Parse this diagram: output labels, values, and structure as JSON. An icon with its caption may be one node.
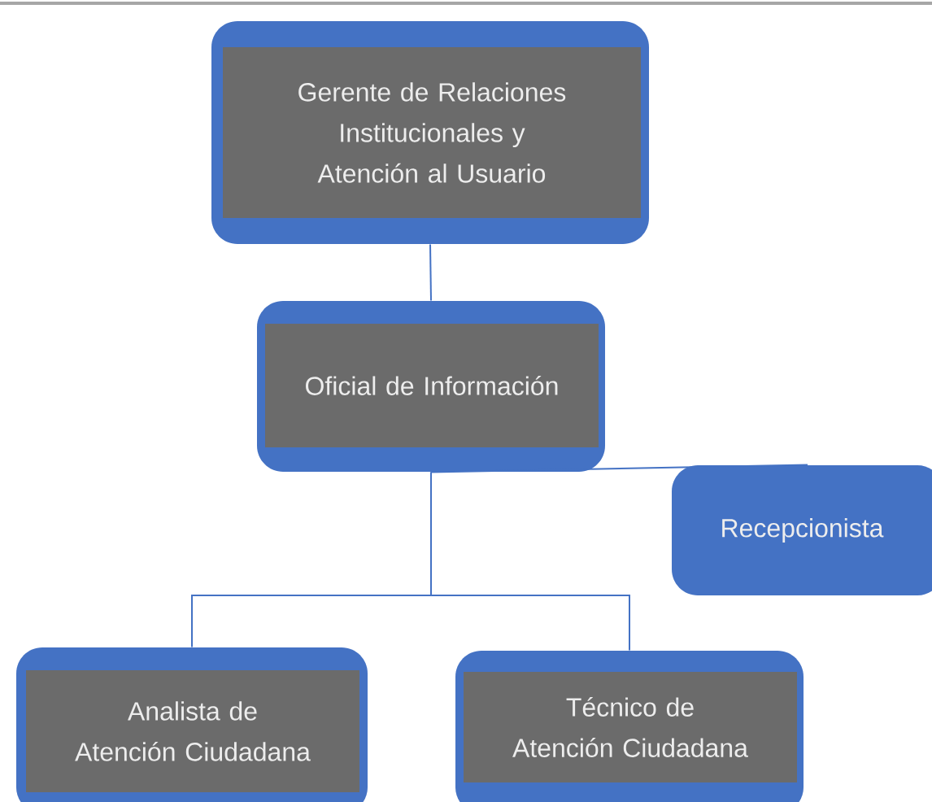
{
  "diagram": {
    "nodes": [
      {
        "text": [
          "Gerente de Relaciones Institucionales y Atención al Usuario"
        ]
      },
      {
        "text": [
          "Oficial de Información"
        ]
      },
      {
        "text": [
          "Recepcionista"
        ]
      },
      {
        "text": [
          "Analista de Atención Ciudadana"
        ]
      },
      {
        "text": [
          "Técnico de Atención Ciudadana"
        ]
      }
    ],
    "edges": [
      {
        "from": 0,
        "to": 1,
        "arrow": "none"
      },
      {
        "from": 1,
        "to": 2,
        "arrow": "none"
      },
      {
        "from": 1,
        "to": 3,
        "arrow": "none"
      },
      {
        "from": 1,
        "to": 4,
        "arrow": "none"
      }
    ]
  }
}
